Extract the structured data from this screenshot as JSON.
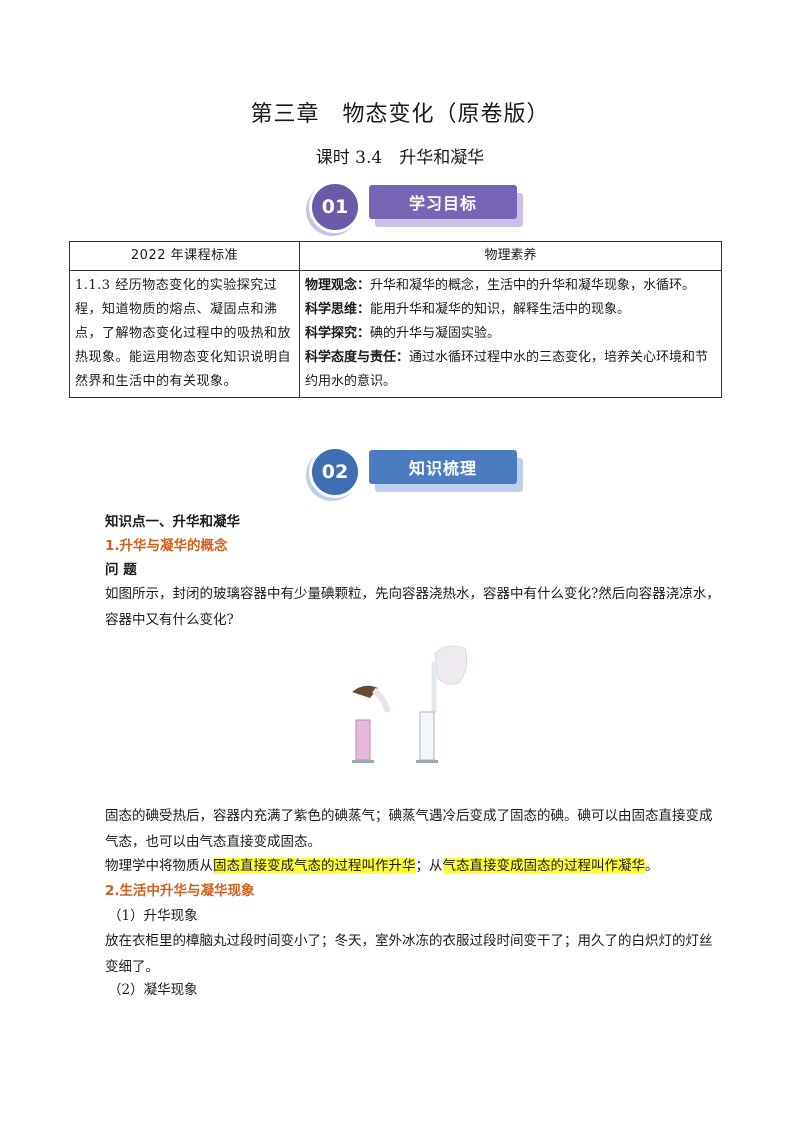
{
  "header": {
    "title": "第三章　物态变化（原卷版）",
    "subtitle": "课时 3.4　升华和凝华"
  },
  "section1": {
    "number": "01",
    "label": "学习目标"
  },
  "standards_table": {
    "headers": [
      "2022 年课程标准",
      "物理素养"
    ],
    "left_cell": "1.1.3 经历物态变化的实验探究过程，知道物质的熔点、凝固点和沸点，了解物态变化过程中的吸热和放热现象。能运用物态变化知识说明自然界和生活中的有关现象。",
    "right_items": [
      {
        "key": "物理观念：",
        "text": "升华和凝华的概念，生活中的升华和凝华现象，水循环。"
      },
      {
        "key": "科学思维：",
        "text": "能用升华和凝华的知识，解释生活中的现象。"
      },
      {
        "key": "科学探究：",
        "text": "碘的升华与凝固实验。"
      },
      {
        "key": "科学态度与责任：",
        "text": "通过水循环过程中水的三态变化，培养关心环境和节约用水的意识。"
      }
    ]
  },
  "section2": {
    "number": "02",
    "label": "知识梳理"
  },
  "content": {
    "point_title": "知识点一、升华和凝华",
    "sub1_title": "1.升华与凝华的概念",
    "question_label": "问 题",
    "question_text": "如图所示，封闭的玻璃容器中有少量碘颗粒，先向容器浇热水，容器中有什么变化?然后向容器浇凉水，容器中又有什么变化?",
    "explain_text": "固态的碘受热后，容器内充满了紫色的碘蒸气；碘蒸气遇冷后变成了固态的碘。碘可以由固态直接变成气态，也可以由气态直接变成固态。",
    "def_prefix": "物理学中将物质从",
    "def_hl1": "固态直接变成气态的过程叫作升华",
    "def_mid": "；从",
    "def_hl2": "气态直接变成固态的过程叫作凝华",
    "def_end": "。",
    "sub2_title": "2.生活中升华与凝华现象",
    "item1_label": "（1）升华现象",
    "item1_text": "放在衣柜里的樟脑丸过段时间变小了；冬天，室外冰冻的衣服过段时间变干了；用久了的白炽灯的灯丝变细了。",
    "item2_label": "（2）凝华现象"
  },
  "colors": {
    "section1_accent": "#7665b4",
    "section2_accent": "#4a7cc2",
    "orange_heading": "#d0601e",
    "highlight": "#ffff3a"
  }
}
